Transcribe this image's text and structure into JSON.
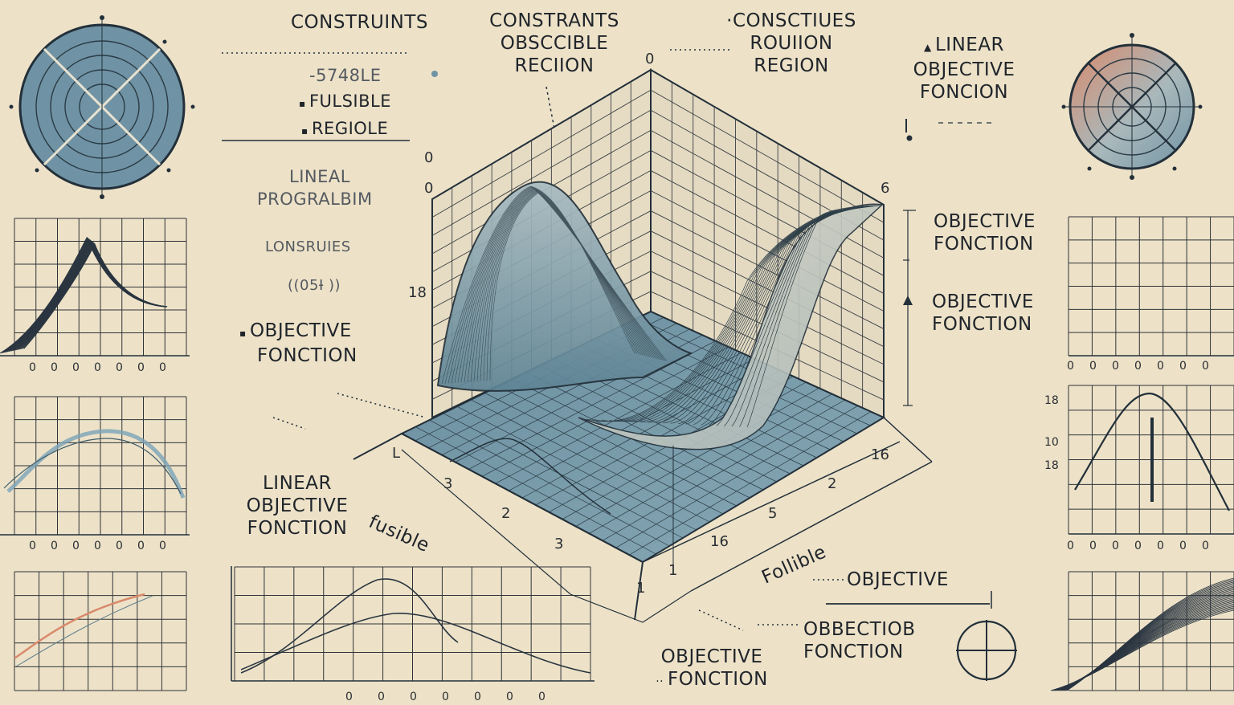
{
  "colors": {
    "paper": "#ede2c8",
    "ink": "#20252b",
    "slate_blue": "#6f93a4",
    "coral": "#d98a6c"
  },
  "top": {
    "constraints_left": "CONSTRUINTS",
    "constraints_center_1": "CONSTRANTS",
    "constraints_center_2": "OBSCCIBLE",
    "constraints_center_3": "RECIION",
    "constraints_right_1": "·CONSCTIUES",
    "constraints_right_2": "ROUIION",
    "constraints_right_3": "REGION",
    "linear_right_1": "LINEAR",
    "linear_right_2": "OBJECTIVE",
    "linear_right_3": "FONCION",
    "zero_top": "0"
  },
  "left_panel": {
    "code": "-5748LE",
    "fusible": "FULSIBLE",
    "regiole": "REGIOLE",
    "lineal": "LINEAL",
    "program": "PROGRALBIM",
    "lonsr": "LONSRUIES",
    "paren": "((05Ɨ ))",
    "objective_1": "OBJECTIVE",
    "objective_2": "FONCTION",
    "linear_1": "LINEAR",
    "linear_2": "OBJECTIVE",
    "linear_3": "FONCTION"
  },
  "right_panel": {
    "objective_a_1": "OBJECTIVE",
    "objective_a_2": "FONCTION",
    "objective_b_1": "OBJECTIVE",
    "objective_b_2": "FONCTION"
  },
  "bottom": {
    "objective": "OBJECTIVE",
    "objection_1": "OBBECTIOB",
    "objection_2": "FONCTION",
    "objective_low_1": "OBJECTIVE",
    "objective_low_2": "FONCTION",
    "fusible_axis": "fusible",
    "follible_axis": "Follible"
  },
  "surface_axis": {
    "zero_a": "0",
    "zero_b": "0",
    "six": "6",
    "eighteen": "18",
    "left_ticks": [
      "L",
      "3",
      "2",
      "3"
    ],
    "right_ticks": [
      "16",
      "2",
      "5",
      "16"
    ],
    "one_a": "1",
    "one_b": "1"
  },
  "mini_tick_labels": {
    "zeros_row": [
      "0",
      "0",
      "0",
      "0",
      "0",
      "0",
      "0"
    ],
    "right_y_top": "18",
    "right_y_mid": "10",
    "right_y_low": "18"
  }
}
